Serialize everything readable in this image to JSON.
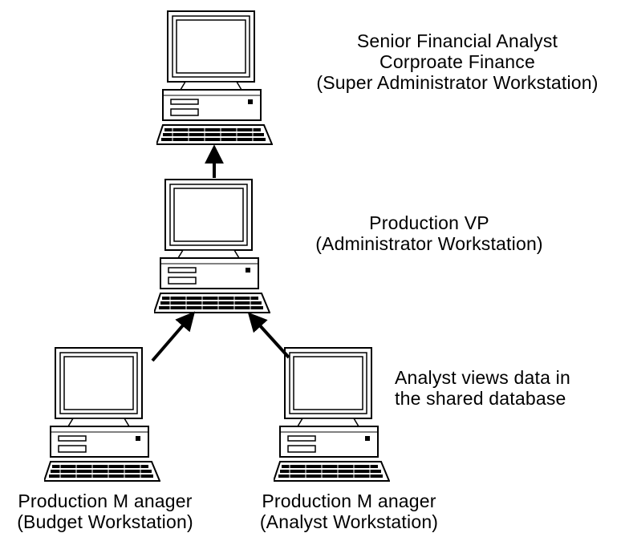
{
  "workstations": [
    {
      "id": "super-admin",
      "lines": [
        "Senior Financial Analyst",
        "Corproate Finance",
        "(Super Administrator Workstation)"
      ],
      "icon": "computer-workstation-icon"
    },
    {
      "id": "admin",
      "lines": [
        "Production VP",
        "(Administrator  Workstation)"
      ],
      "icon": "computer-workstation-icon"
    },
    {
      "id": "budget",
      "lines": [
        "Production M anager",
        "(Budget Workstation)"
      ],
      "icon": "computer-workstation-icon"
    },
    {
      "id": "analyst",
      "lines": [
        "Production M anager",
        "(Analyst Workstation)"
      ],
      "icon": "computer-workstation-icon"
    }
  ],
  "annotation": [
    "Analyst views data in",
    "the shared database"
  ],
  "connections": [
    {
      "from": "admin",
      "to": "super-admin"
    },
    {
      "from": "budget",
      "to": "admin"
    },
    {
      "from": "analyst",
      "to": "admin"
    }
  ]
}
